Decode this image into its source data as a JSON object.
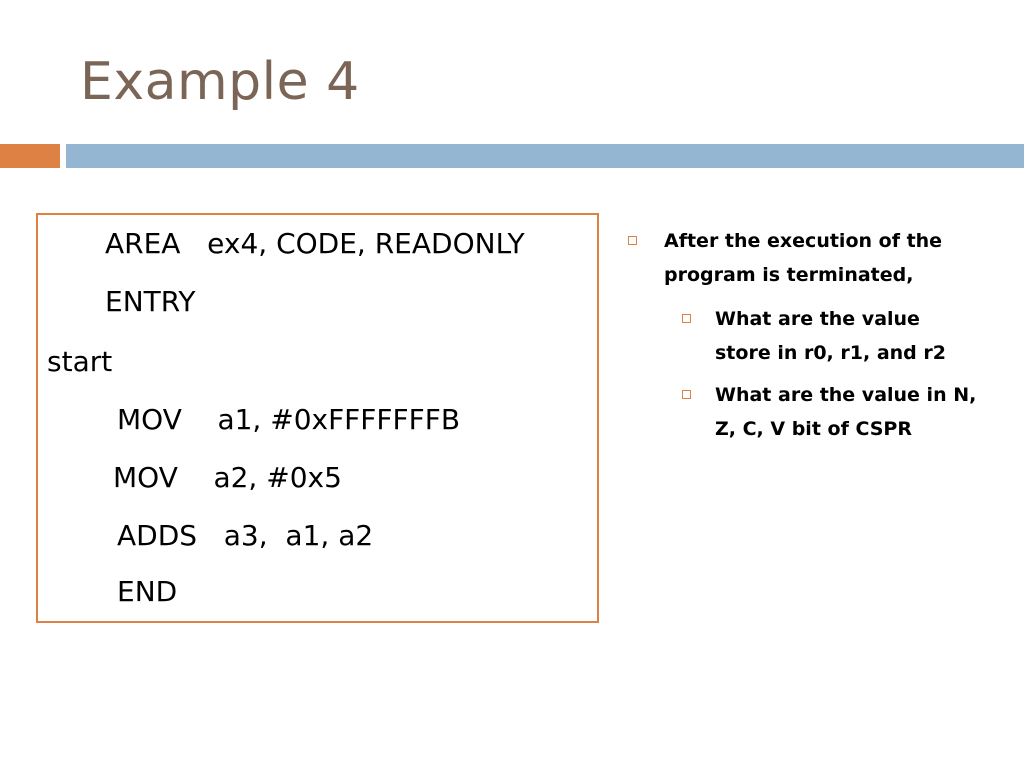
{
  "slide": {
    "title": "Example 4"
  },
  "code": {
    "lines": [
      "AREA   ex4, CODE, READONLY",
      "ENTRY",
      "start",
      "MOV    a1, #0xFFFFFFFB",
      "MOV    a2, #0x5",
      "ADDS   a3,  a1, a2",
      "END"
    ]
  },
  "bullets": {
    "main": "After the execution of the program is terminated,",
    "sub": [
      "What are the value store in  r0, r1, and r2",
      "What are the value in N, Z, C, V bit of CSPR"
    ]
  },
  "colors": {
    "accent": "#dd8144",
    "bar": "#94b6d2",
    "title": "#7a6557"
  }
}
